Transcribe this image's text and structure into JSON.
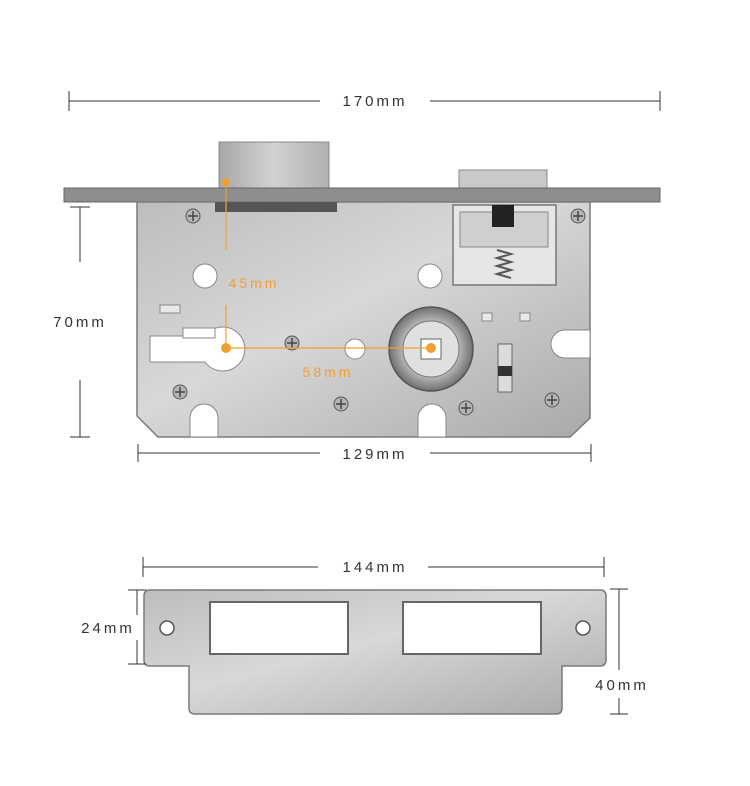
{
  "dimensions": {
    "total_width": "170mm",
    "height": "70mm",
    "body_width": "129mm",
    "backset": "45mm",
    "center_distance": "58mm",
    "strike_width": "144mm",
    "strike_hole_height": "24mm",
    "strike_height": "40mm"
  },
  "colors": {
    "dimension_line": "#333333",
    "highlight": "#f0a030",
    "steel_light": "#c9c9c9",
    "steel_dark": "#8e8e8e"
  }
}
